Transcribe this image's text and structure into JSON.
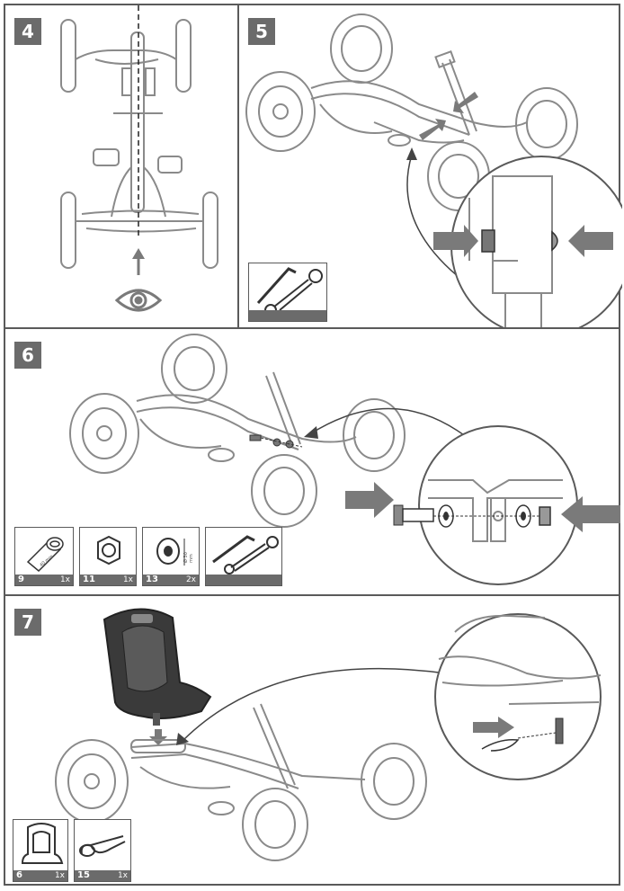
{
  "steps": [
    {
      "number": "4",
      "icons": [
        "eye-icon",
        "arrow-up-icon"
      ]
    },
    {
      "number": "5",
      "tools": [
        "allen-key-icon",
        "wrench-icon"
      ]
    },
    {
      "number": "6",
      "parts": [
        {
          "id": "9",
          "qty": "1x",
          "icon": "bolt-icon",
          "dimension": "40 mm"
        },
        {
          "id": "11",
          "qty": "1x",
          "icon": "nut-icon"
        },
        {
          "id": "13",
          "qty": "2x",
          "icon": "washer-icon",
          "dimension": "Ø 30 mm"
        }
      ],
      "tools": [
        "allen-key-icon",
        "wrench-icon"
      ]
    },
    {
      "number": "7",
      "parts": [
        {
          "id": "6",
          "qty": "1x",
          "icon": "seat-icon"
        },
        {
          "id": "15",
          "qty": "1x",
          "icon": "r-clip-icon"
        }
      ]
    }
  ],
  "colors": {
    "frame": "#5a5a5a",
    "badge": "#6b6b6b",
    "drawing": "#8a8a8a",
    "arrow": "#7a7a7a",
    "seat": "#3a3a3a"
  }
}
